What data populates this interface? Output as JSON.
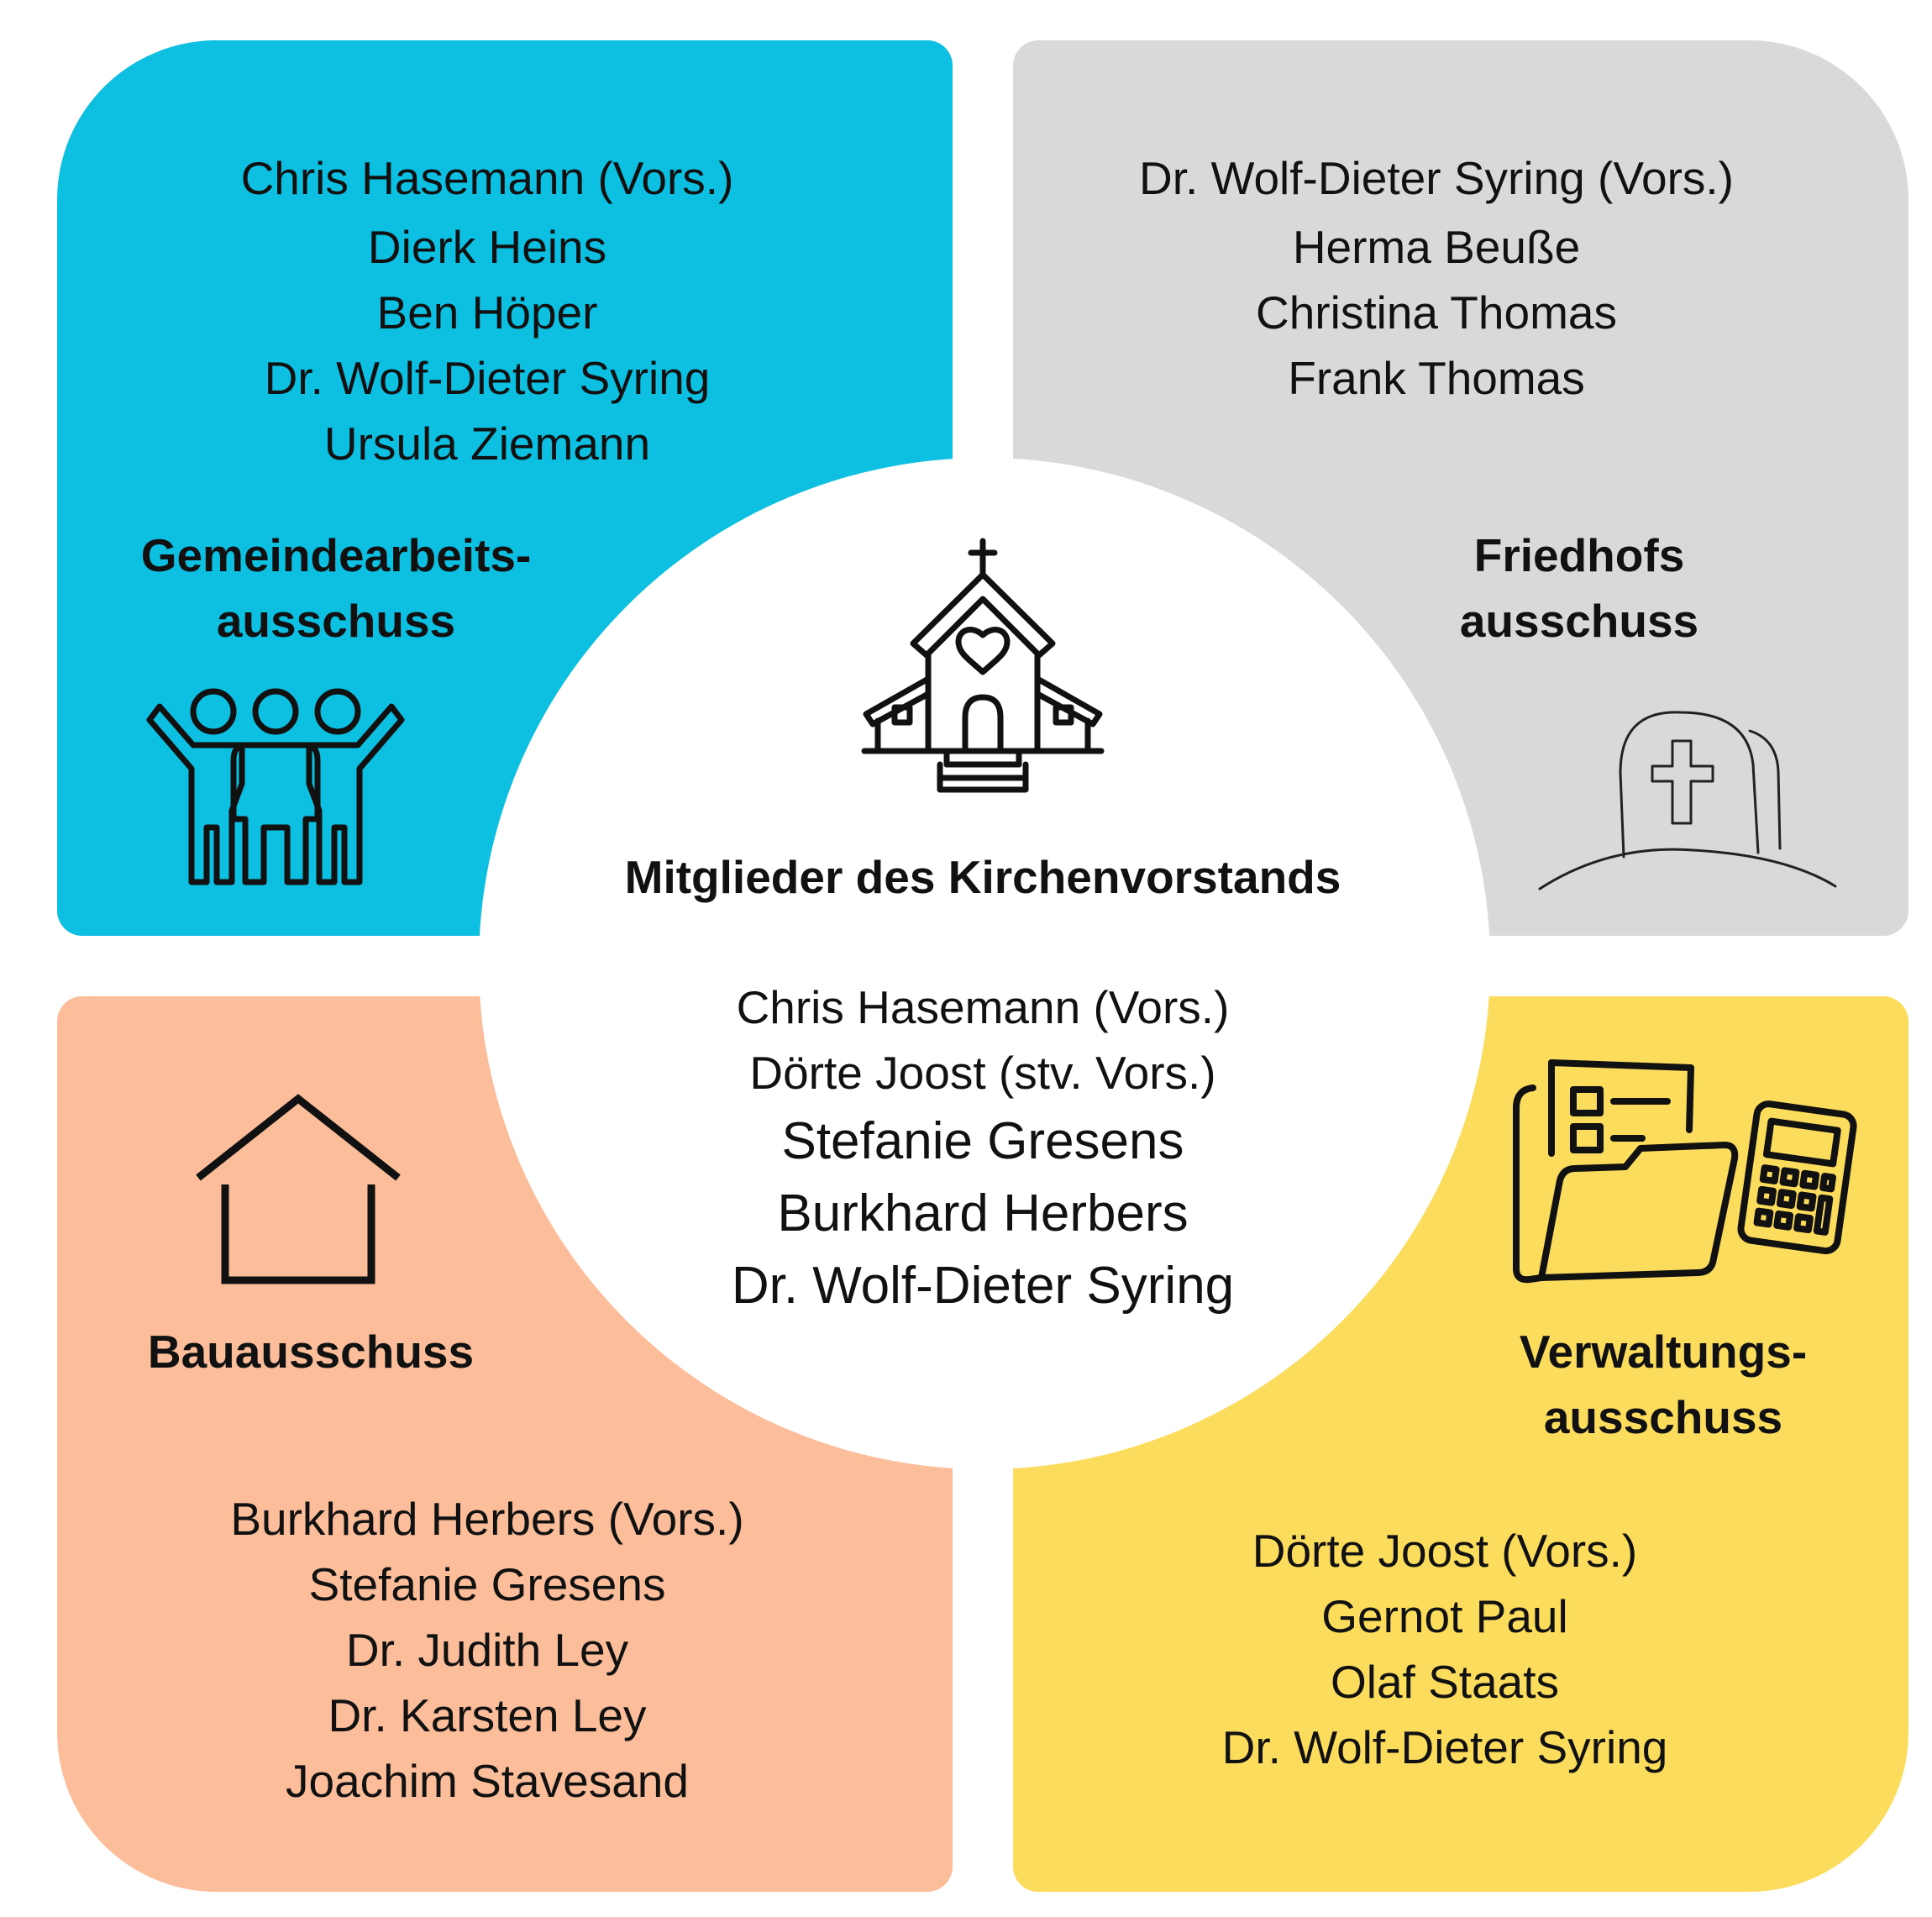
{
  "center": {
    "title": "Mitglieder des Kirchenvorstands",
    "members": [
      "Chris Hasemann (Vors.)",
      "Dörte Joost (stv. Vors.)",
      "Stefanie Gresens",
      "Burkhard Herbers",
      "Dr. Wolf-Dieter Syring"
    ],
    "icon": "church-icon"
  },
  "committees": {
    "gemeindearbeit": {
      "title_line1": "Gemeindearbeits-",
      "title_line2": "ausschuss",
      "members": [
        "Chris Hasemann (Vors.)",
        "Dierk Heins",
        "Ben Höper",
        "Dr. Wolf-Dieter Syring",
        "Ursula Ziemann"
      ],
      "color": "#0dbfe0",
      "icon": "people-group-icon"
    },
    "friedhof": {
      "title_line1": "Friedhofs",
      "title_line2": "ausschuss",
      "members": [
        "Dr. Wolf-Dieter Syring (Vors.)",
        "Herma Beuße",
        "Christina Thomas",
        "Frank Thomas"
      ],
      "color": "#d9d9d9",
      "icon": "gravestone-icon"
    },
    "bau": {
      "title_line1": "Bauausschuss",
      "members": [
        "Burkhard Herbers (Vors.)",
        "Stefanie Gresens",
        "Dr. Judith Ley",
        "Dr. Karsten Ley",
        "Joachim Stavesand"
      ],
      "color": "#fbbd9a",
      "icon": "house-icon"
    },
    "verwaltung": {
      "title_line1": "Verwaltungs-",
      "title_line2": "ausschuss",
      "members": [
        "Dörte Joost (Vors.)",
        "Gernot Paul",
        "Olaf Staats",
        "Dr. Wolf-Dieter Syring"
      ],
      "color": "#fcdc5c",
      "icon": "folder-calculator-icon"
    }
  }
}
